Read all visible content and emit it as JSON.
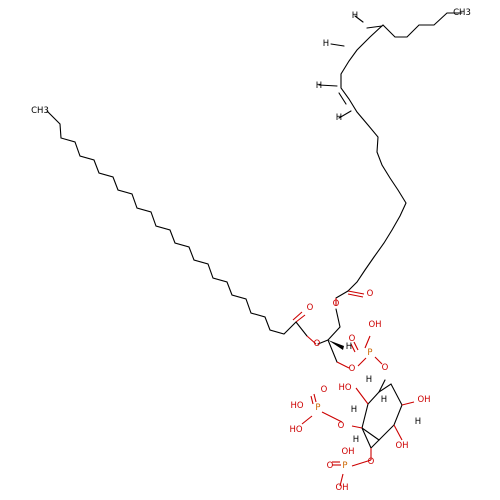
{
  "molecule": {
    "labels": {
      "ch3": "CH3",
      "h": "H",
      "o": "O",
      "oh": "OH",
      "ho": "HO",
      "p": "P"
    }
  }
}
